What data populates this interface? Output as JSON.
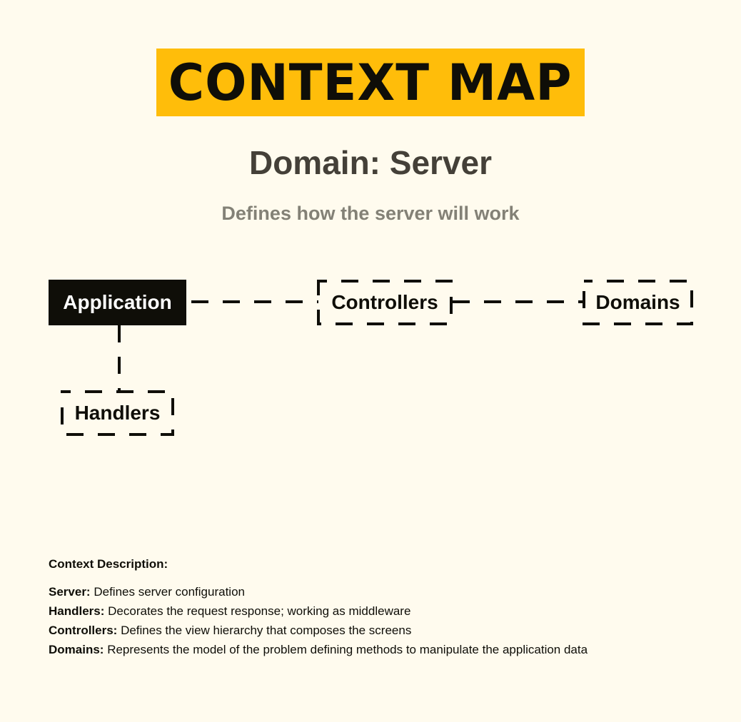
{
  "header": {
    "title": "CONTEXT MAP",
    "subtitle": "Domain: Server",
    "tagline": "Defines how the server will work"
  },
  "colors": {
    "background": "#fffbee",
    "banner": "#ffbd0a",
    "ink": "#0f0e08",
    "subtitle": "#444038",
    "tagline": "#838176"
  },
  "nodes": {
    "application": "Application",
    "controllers": "Controllers",
    "domains": "Domains",
    "handlers": "Handlers"
  },
  "edges": [
    {
      "from": "Application",
      "to": "Controllers",
      "style": "dashed"
    },
    {
      "from": "Controllers",
      "to": "Domains",
      "style": "dashed"
    },
    {
      "from": "Application",
      "to": "Handlers",
      "style": "dashed"
    }
  ],
  "description": {
    "heading": "Context Description:",
    "items": [
      {
        "term": "Server:",
        "text": " Defines server configuration"
      },
      {
        "term": "Handlers:",
        "text": " Decorates the request response; working as middleware"
      },
      {
        "term": "Controllers:",
        "text": " Defines the view hierarchy that composes the screens"
      },
      {
        "term": "Domains:",
        "text": " Represents the model of the problem defining methods to manipulate the application data"
      }
    ]
  }
}
